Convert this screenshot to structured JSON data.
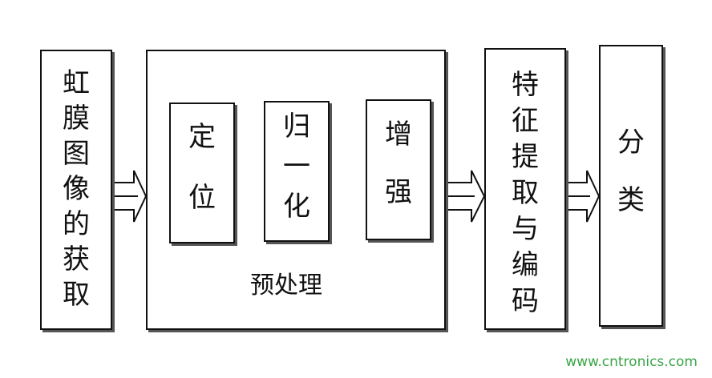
{
  "nodes": {
    "acquire": {
      "label": "虹\n膜\n图\n像\n的\n获\n取"
    },
    "preprocess": {
      "label": "预处理",
      "steps": [
        {
          "label": "定\n\n位"
        },
        {
          "label": "归\n\n一\n\n化"
        },
        {
          "label": "增\n\n强"
        }
      ]
    },
    "feature": {
      "label": "特\n征\n提\n取\n与\n编\n码"
    },
    "classify": {
      "label": "分\n\n\n类"
    }
  },
  "watermark": "www.cntronics.com"
}
